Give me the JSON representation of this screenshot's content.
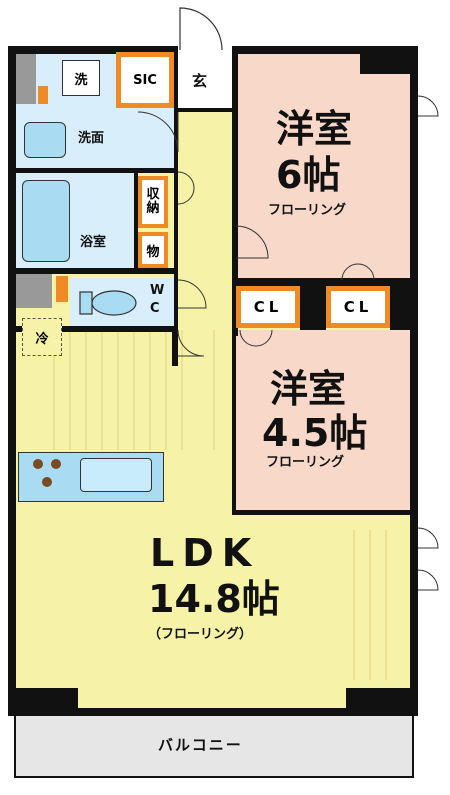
{
  "rooms": {
    "western_6": {
      "name": "洋室",
      "size": "6帖",
      "floor": "フローリング"
    },
    "western_45": {
      "name": "洋室",
      "size": "4.5帖",
      "floor": "フローリング"
    },
    "ldk": {
      "name": "LDK",
      "size": "14.8帖",
      "floor": "（フローリング）"
    },
    "balcony": {
      "name": "バルコニー"
    }
  },
  "fixtures": {
    "laundry": "洗",
    "sic": "SIC",
    "entrance": "玄",
    "washroom": "洗面",
    "storage_top": "収",
    "storage_bottom": "納",
    "bath": "浴室",
    "goods": "物",
    "wc_w": "W",
    "wc_c": "C",
    "fridge": "冷",
    "closet_left": "CL",
    "closet_right": "CL"
  },
  "colors": {
    "ldk_yellow": "#f6f3a8",
    "bedroom_pink": "#f8d8c8",
    "water_blue": "#d8eefa",
    "closet_orange": "#f08a24",
    "wall": "#111111",
    "balcony_gray": "#e6e6e6",
    "fixture_blue": "#a9dcf2"
  }
}
